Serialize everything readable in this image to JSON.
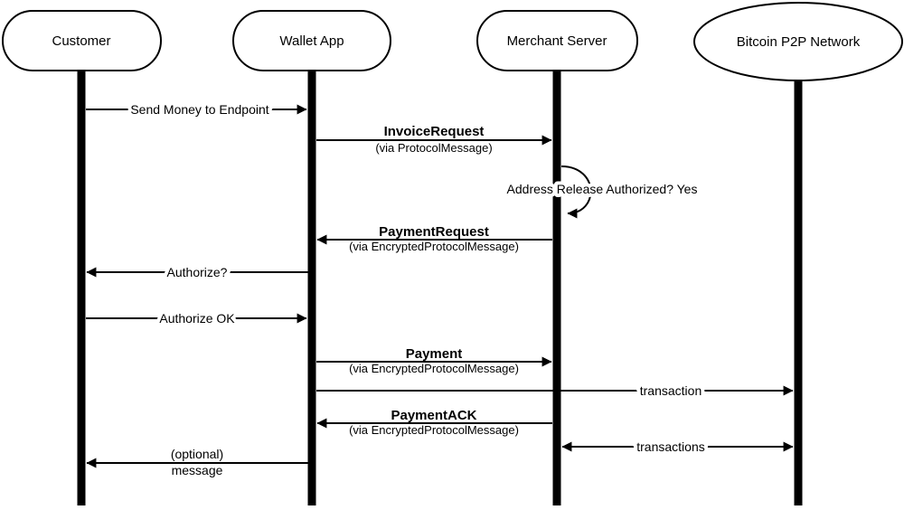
{
  "diagram_type": "sequence-diagram",
  "colors": {
    "stroke": "#000000",
    "background": "#ffffff"
  },
  "participants": [
    {
      "label": "Customer",
      "shape": "stadium"
    },
    {
      "label": "Wallet App",
      "shape": "stadium"
    },
    {
      "label": "Merchant Server",
      "shape": "stadium"
    },
    {
      "label": "Bitcoin P2P Network",
      "shape": "ellipse"
    }
  ],
  "messages": [
    {
      "label": "Send Money to Endpoint",
      "from": "Customer",
      "to": "Wallet App"
    },
    {
      "label": "InvoiceRequest",
      "via": "(via ProtocolMessage)",
      "from": "Wallet App",
      "to": "Merchant Server"
    },
    {
      "label": "Address Release Authorized? Yes",
      "from": "Merchant Server",
      "to": "Merchant Server",
      "type": "self-loop"
    },
    {
      "label": "PaymentRequest",
      "via": "(via EncryptedProtocolMessage)",
      "from": "Merchant Server",
      "to": "Wallet App"
    },
    {
      "label": "Authorize?",
      "from": "Wallet App",
      "to": "Customer"
    },
    {
      "label": "Authorize OK",
      "from": "Customer",
      "to": "Wallet App"
    },
    {
      "label": "Payment",
      "via": "(via EncryptedProtocolMessage)",
      "from": "Wallet App",
      "to": "Merchant Server"
    },
    {
      "label": "transaction",
      "from": "Wallet App",
      "to": "Bitcoin P2P Network"
    },
    {
      "label": "PaymentACK",
      "via": "(via EncryptedProtocolMessage)",
      "from": "Merchant Server",
      "to": "Wallet App"
    },
    {
      "label": "transactions",
      "from": "Merchant Server",
      "to": "Bitcoin P2P Network",
      "type": "bidirectional"
    },
    {
      "label": "(optional)",
      "label_line2": "message",
      "from": "Wallet App",
      "to": "Customer"
    }
  ]
}
